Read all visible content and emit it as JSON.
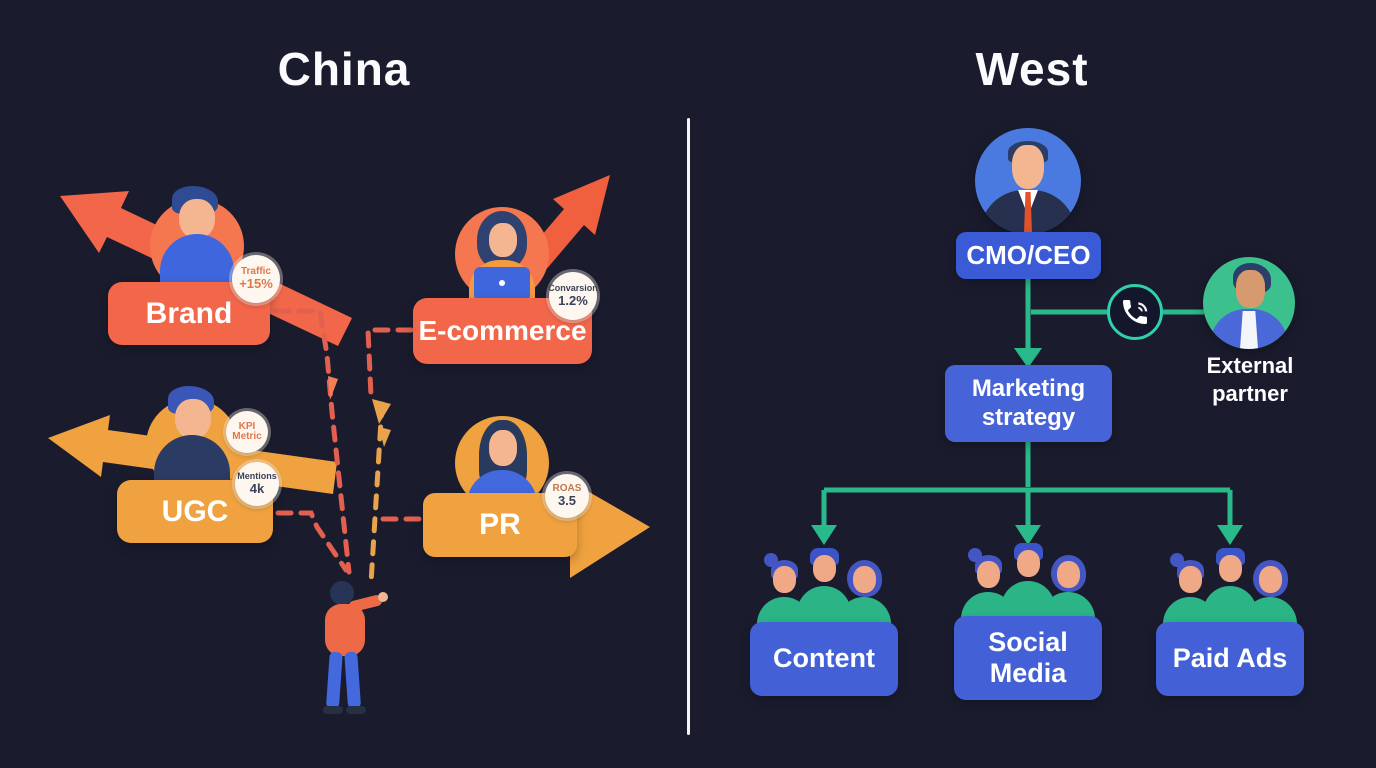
{
  "background": "#1a1c2e",
  "divider_color": "#f5f5f7",
  "china": {
    "title": "China",
    "accent_coral": "#f2664a",
    "accent_amber": "#efa23f",
    "brand": {
      "label": "Brand",
      "badge": {
        "line1": "Traffic",
        "line2": "+15%"
      }
    },
    "ecommerce": {
      "label": "E-commerce",
      "badge": {
        "line1": "Convarsion",
        "line2": "1.2%"
      }
    },
    "ugc": {
      "label": "UGC",
      "badge_kpi": {
        "line1": "KPI",
        "line2": "Metric"
      },
      "badge_mentions": {
        "line1": "Mentions",
        "line2": "4k"
      }
    },
    "pr": {
      "label": "PR",
      "badge": {
        "line1": "ROAS",
        "line2": "3.5"
      }
    }
  },
  "west": {
    "title": "West",
    "accent_blue": "#4460d6",
    "accent_green": "#2ab98a",
    "cmo": {
      "label": "CMO/CEO"
    },
    "strategy": {
      "label": "Marketing strategy"
    },
    "external": {
      "label": "External partner"
    },
    "teams": [
      {
        "label": "Content"
      },
      {
        "label": "Social Media"
      },
      {
        "label": "Paid Ads"
      }
    ]
  }
}
